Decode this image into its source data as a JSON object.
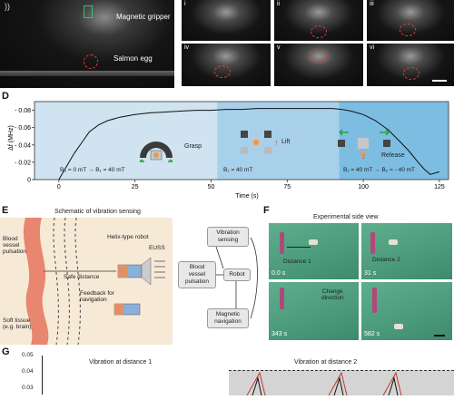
{
  "panel_c": {
    "labels": {
      "gripper": "Magnetic gripper",
      "egg": "Salmon egg"
    },
    "thumbs": [
      "i",
      "ii",
      "iii",
      "iv",
      "v",
      "vi"
    ]
  },
  "panel_d": {
    "letter": "D",
    "phases": {
      "grasp": "Grasp",
      "lift": "Lift",
      "release": "Release"
    },
    "field_labels": {
      "grasp": "B₀ = 0 mT → B₁ = 40 mT",
      "lift": "B₁ = 40 mT",
      "release": "B₁ = 40 mT → B₂ = - 40 mT"
    }
  },
  "chart_data": {
    "type": "line",
    "xlabel": "Time (s)",
    "ylabel": "Δf (MHz)",
    "xlim": [
      -8,
      128
    ],
    "ylim": [
      0,
      0.09
    ],
    "xticks": [
      0,
      25,
      50,
      75,
      100,
      125
    ],
    "yticks": [
      0,
      0.02,
      0.04,
      0.06,
      0.08
    ],
    "ytick_labels": [
      "0",
      "- 0.02",
      "- 0.04",
      "- 0.06",
      "- 0.08"
    ],
    "x": [
      0,
      2,
      5,
      8,
      10,
      13,
      16,
      20,
      25,
      30,
      35,
      40,
      45,
      50,
      55,
      60,
      65,
      70,
      75,
      80,
      85,
      90,
      93,
      96,
      100,
      104,
      108,
      112,
      115,
      118,
      120,
      122,
      125
    ],
    "y": [
      0,
      0.012,
      0.03,
      0.045,
      0.055,
      0.063,
      0.068,
      0.072,
      0.075,
      0.077,
      0.078,
      0.079,
      0.08,
      0.08,
      0.081,
      0.081,
      0.082,
      0.082,
      0.082,
      0.082,
      0.082,
      0.082,
      0.081,
      0.079,
      0.075,
      0.068,
      0.058,
      0.044,
      0.033,
      0.02,
      0.012,
      0.006,
      0.009
    ],
    "regions": [
      {
        "from": -8,
        "to": 52,
        "color": "#cfe3f0"
      },
      {
        "from": 52,
        "to": 92,
        "color": "#a9d0ea"
      },
      {
        "from": 92,
        "to": 128,
        "color": "#7dbde2"
      }
    ]
  },
  "panel_e": {
    "letter": "E",
    "title": "Schematic of vibration sensing",
    "blood_vessel": "Blood\nvessel\npulsation",
    "helix_robot": "Helix-type robot",
    "euss": "EUSS",
    "safe_distance": "Safe distance",
    "feedback": "Feedback for\nnavigation",
    "soft_tissue": "Soft tissue\n(e.g. brain)",
    "flow": {
      "vibration_sensing": "Vibration\nsensing",
      "blood_vessel_pulsation": "Blood\nvessel\npulsation",
      "robot": "Robot",
      "magnetic_navigation": "Magnetic\nnavigation"
    }
  },
  "panel_f": {
    "letter": "F",
    "title": "Experimental side view",
    "distance_1": "Distance 1",
    "distance_2": "Distance 2",
    "change_direction": "Change\ndirection",
    "times": [
      "0.0 s",
      "31 s",
      "343 s",
      "582 s"
    ]
  },
  "panel_g": {
    "letter": "G",
    "left_title": "Vibration at distance 1",
    "right_title": "Vibration  at distance 2",
    "ytick_labels": [
      "0.05",
      "0.04",
      "0.03"
    ]
  }
}
